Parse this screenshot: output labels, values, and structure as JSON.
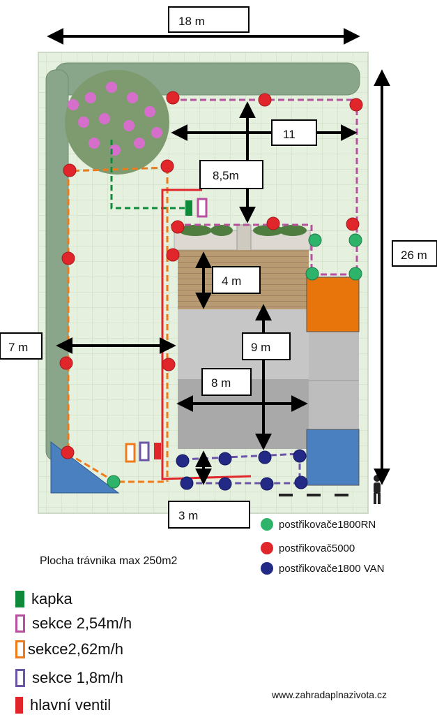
{
  "dimensions": {
    "top_width": "18 m",
    "depth": "26 m",
    "left_gap": "7 m",
    "bottom_gap": "3 m",
    "house_setback": "11",
    "front_depth": "8,5m",
    "terrace_depth": "4 m",
    "house_depth": "9 m",
    "house_width": "8 m"
  },
  "sprinkler_types": [
    {
      "label": "postřikovače1800RN",
      "color": "#2eb36b"
    },
    {
      "label": "postřikovač5000",
      "color": "#e0262b"
    },
    {
      "label": "postřikovače1800 VAN",
      "color": "#232a86"
    }
  ],
  "lawn_area_note": "Plocha trávnika max 250m2",
  "legend": [
    {
      "label": "kapka",
      "color": "#0f8a3b",
      "style": "solid"
    },
    {
      "label": "sekce 2,54m/h",
      "color": "#b8509f",
      "style": "outline"
    },
    {
      "label": "sekce2,62m/h",
      "color": "#ee7b1a",
      "style": "outline"
    },
    {
      "label": "sekce 1,8m/h",
      "color": "#6a55a6",
      "style": "outline"
    },
    {
      "label": "hlavní ventil",
      "color": "#e0262b",
      "style": "solid"
    }
  ],
  "website": "www.zahradaplnazivota.cz"
}
